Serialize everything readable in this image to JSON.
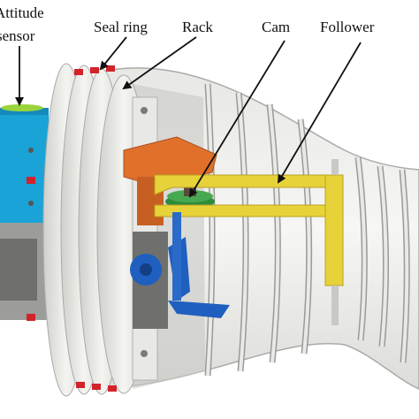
{
  "labels": {
    "attitude_line1": "Attitude",
    "attitude_line2": "sensor",
    "seal_ring": "Seal ring",
    "rack": "Rack",
    "cam": "Cam",
    "follower": "Follower"
  },
  "colors": {
    "sensor_blue": "#1aa3d6",
    "sensor_top_green": "#9ad43c",
    "seal_red": "#d2232a",
    "cam_orange": "#e0702a",
    "cam_green": "#2e8b3a",
    "follower_yellow": "#e8d23a",
    "gear_blue": "#1f5fbf",
    "disc_white": "#e9e9e6",
    "frame_gray": "#bdbdbb",
    "arrow_black": "#111111"
  }
}
